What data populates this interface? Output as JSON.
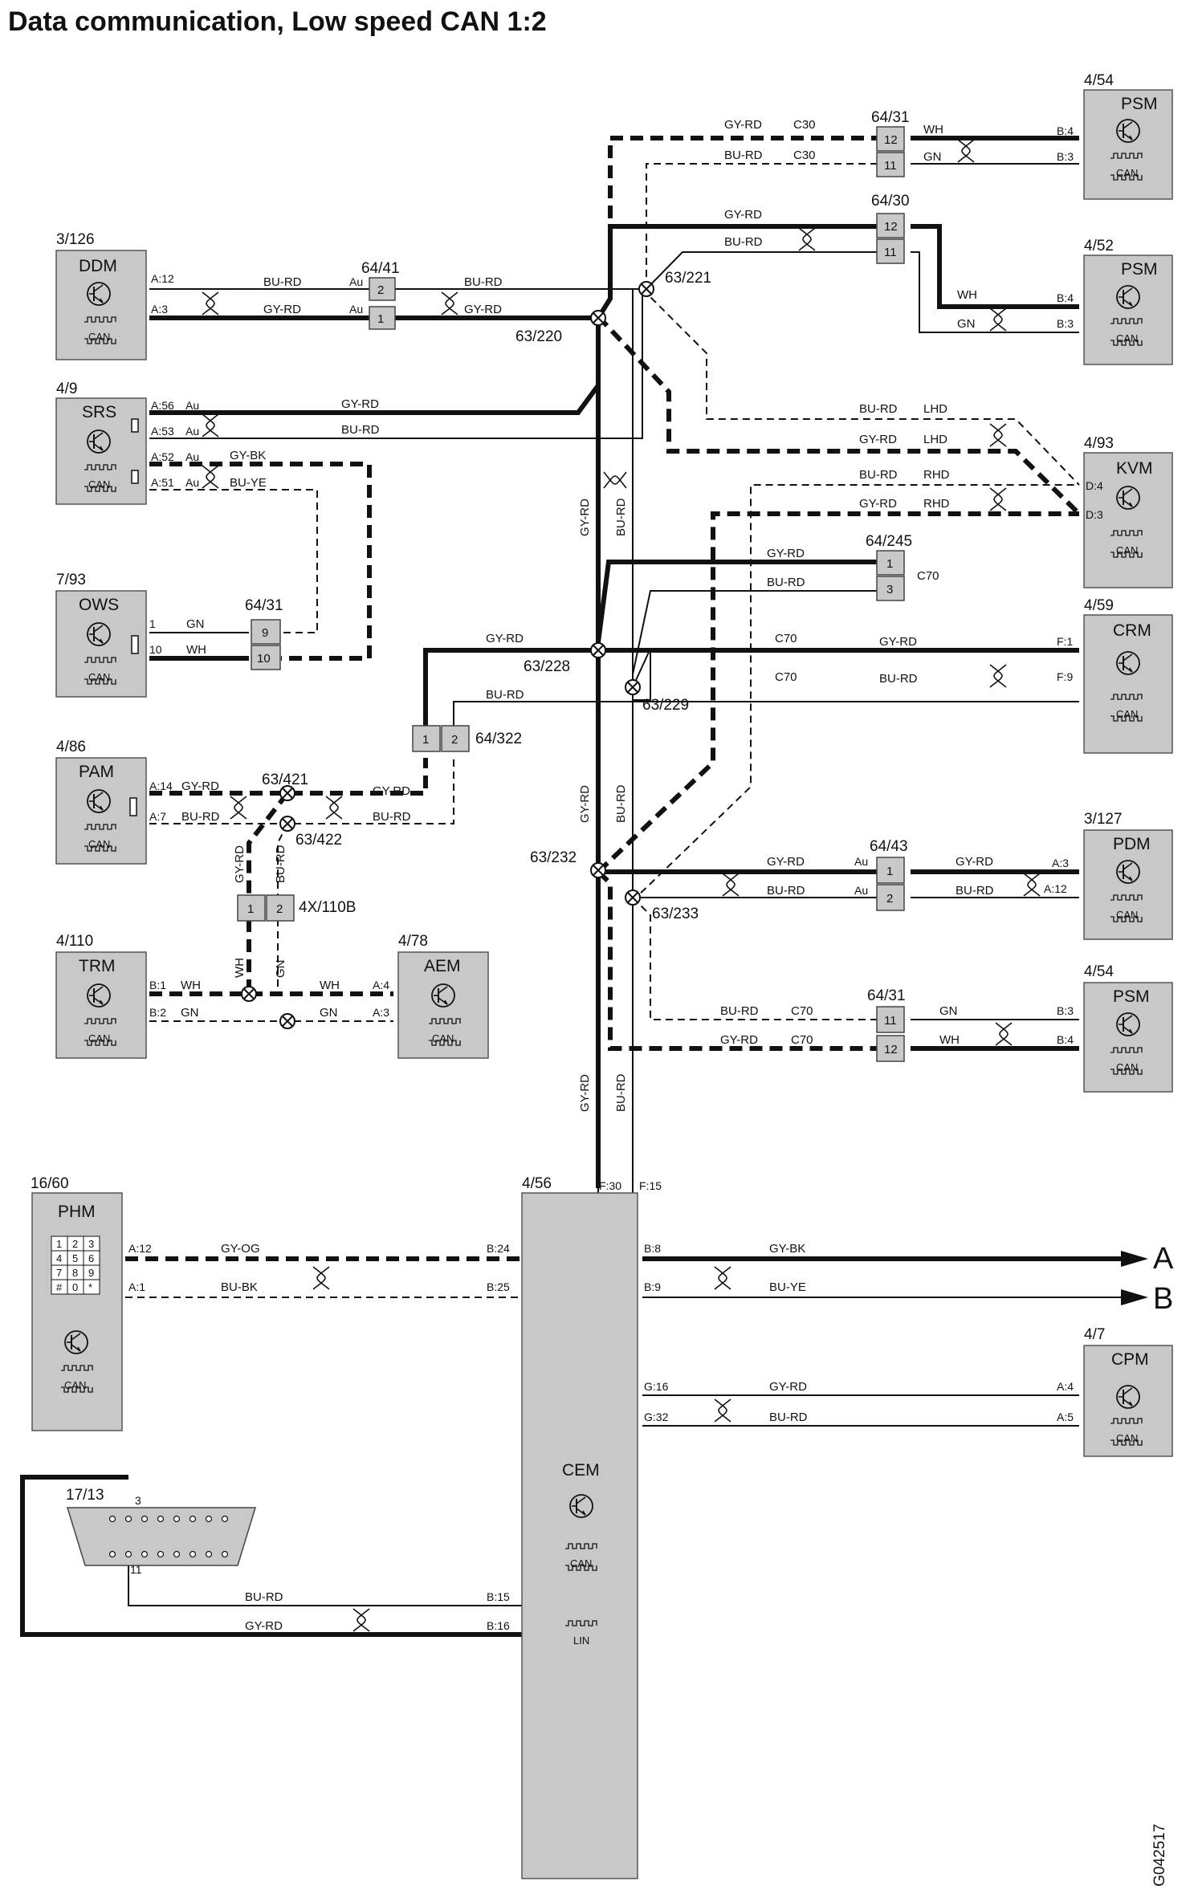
{
  "title": "Data communication, Low speed CAN 1:2",
  "image_code": "G042517",
  "outputs": {
    "a": "A",
    "b": "B"
  },
  "common": {
    "can": "CAN",
    "lin": "LIN",
    "au": "Au"
  },
  "keypad": [
    "1",
    "2",
    "3",
    "4",
    "5",
    "6",
    "7",
    "8",
    "9",
    "#",
    "0",
    "*"
  ],
  "modules": {
    "psm1": {
      "ref": "4/54",
      "name": "PSM",
      "p1": "B:4",
      "p2": "B:3"
    },
    "psm2": {
      "ref": "4/52",
      "name": "PSM",
      "p1": "B:4",
      "p2": "B:3"
    },
    "ddm": {
      "ref": "3/126",
      "name": "DDM",
      "p1": "A:12",
      "p2": "A:3"
    },
    "srs": {
      "ref": "4/9",
      "name": "SRS",
      "p1": "A:56",
      "p2": "A:53",
      "p3": "A:52",
      "p4": "A:51"
    },
    "kvm": {
      "ref": "4/93",
      "name": "KVM",
      "p1": "D:4",
      "p2": "D:3"
    },
    "ows": {
      "ref": "7/93",
      "name": "OWS",
      "p1": "1",
      "p2": "10"
    },
    "crm": {
      "ref": "4/59",
      "name": "CRM",
      "p1": "F:1",
      "p2": "F:9"
    },
    "pam": {
      "ref": "4/86",
      "name": "PAM",
      "p1": "A:14",
      "p2": "A:7"
    },
    "pdm": {
      "ref": "3/127",
      "name": "PDM",
      "p1": "A:3",
      "p2": "A:12"
    },
    "trm": {
      "ref": "4/110",
      "name": "TRM",
      "p1": "B:1",
      "p2": "B:2"
    },
    "aem": {
      "ref": "4/78",
      "name": "AEM",
      "p1": "A:4",
      "p2": "A:3"
    },
    "psm3": {
      "ref": "4/54",
      "name": "PSM",
      "p1": "B:3",
      "p2": "B:4"
    },
    "phm": {
      "ref": "16/60",
      "name": "PHM",
      "p1": "A:12",
      "p2": "A:1"
    },
    "cem": {
      "ref": "4/56",
      "name": "CEM",
      "f30": "F:30",
      "f15": "F:15",
      "b24": "B:24",
      "b25": "B:25",
      "b8": "B:8",
      "b9": "B:9",
      "g16": "G:16",
      "g32": "G:32",
      "b15": "B:15",
      "b16": "B:16"
    },
    "cpm": {
      "ref": "4/7",
      "name": "CPM",
      "p1": "A:4",
      "p2": "A:5"
    },
    "dlc": {
      "ref": "17/13",
      "p1": "3",
      "p2": "11"
    }
  },
  "connectors": {
    "c6431a": {
      "ref": "64/31",
      "p1": "12",
      "p2": "11"
    },
    "c6430": {
      "ref": "64/30",
      "p1": "12",
      "p2": "11"
    },
    "c6441": {
      "ref": "64/41",
      "p1": "2",
      "p2": "1"
    },
    "c6431b": {
      "ref": "64/31",
      "p1": "9",
      "p2": "10"
    },
    "c64245": {
      "ref": "64/245",
      "p1": "1",
      "p2": "3"
    },
    "c64322": {
      "ref": "64/322",
      "p1": "1",
      "p2": "2"
    },
    "c4x110b": {
      "ref": "4X/110B",
      "p1": "1",
      "p2": "2"
    },
    "c6443": {
      "ref": "64/43",
      "p1": "1",
      "p2": "2"
    },
    "c6431c": {
      "ref": "64/31",
      "p1": "11",
      "p2": "12"
    }
  },
  "splices": {
    "s63220": "63/220",
    "s63221": "63/221",
    "s63228": "63/228",
    "s63229": "63/229",
    "s63421": "63/421",
    "s63422": "63/422",
    "s63232": "63/232",
    "s63233": "63/233"
  },
  "wires": {
    "gyrd": "GY-RD",
    "burd": "BU-RD",
    "wh": "WH",
    "gn": "GN",
    "gybk": "GY-BK",
    "buye": "BU-YE",
    "gyog": "GY-OG",
    "bubk": "BU-BK",
    "c30": "C30",
    "c70": "C70",
    "lhd": "LHD",
    "rhd": "RHD"
  }
}
